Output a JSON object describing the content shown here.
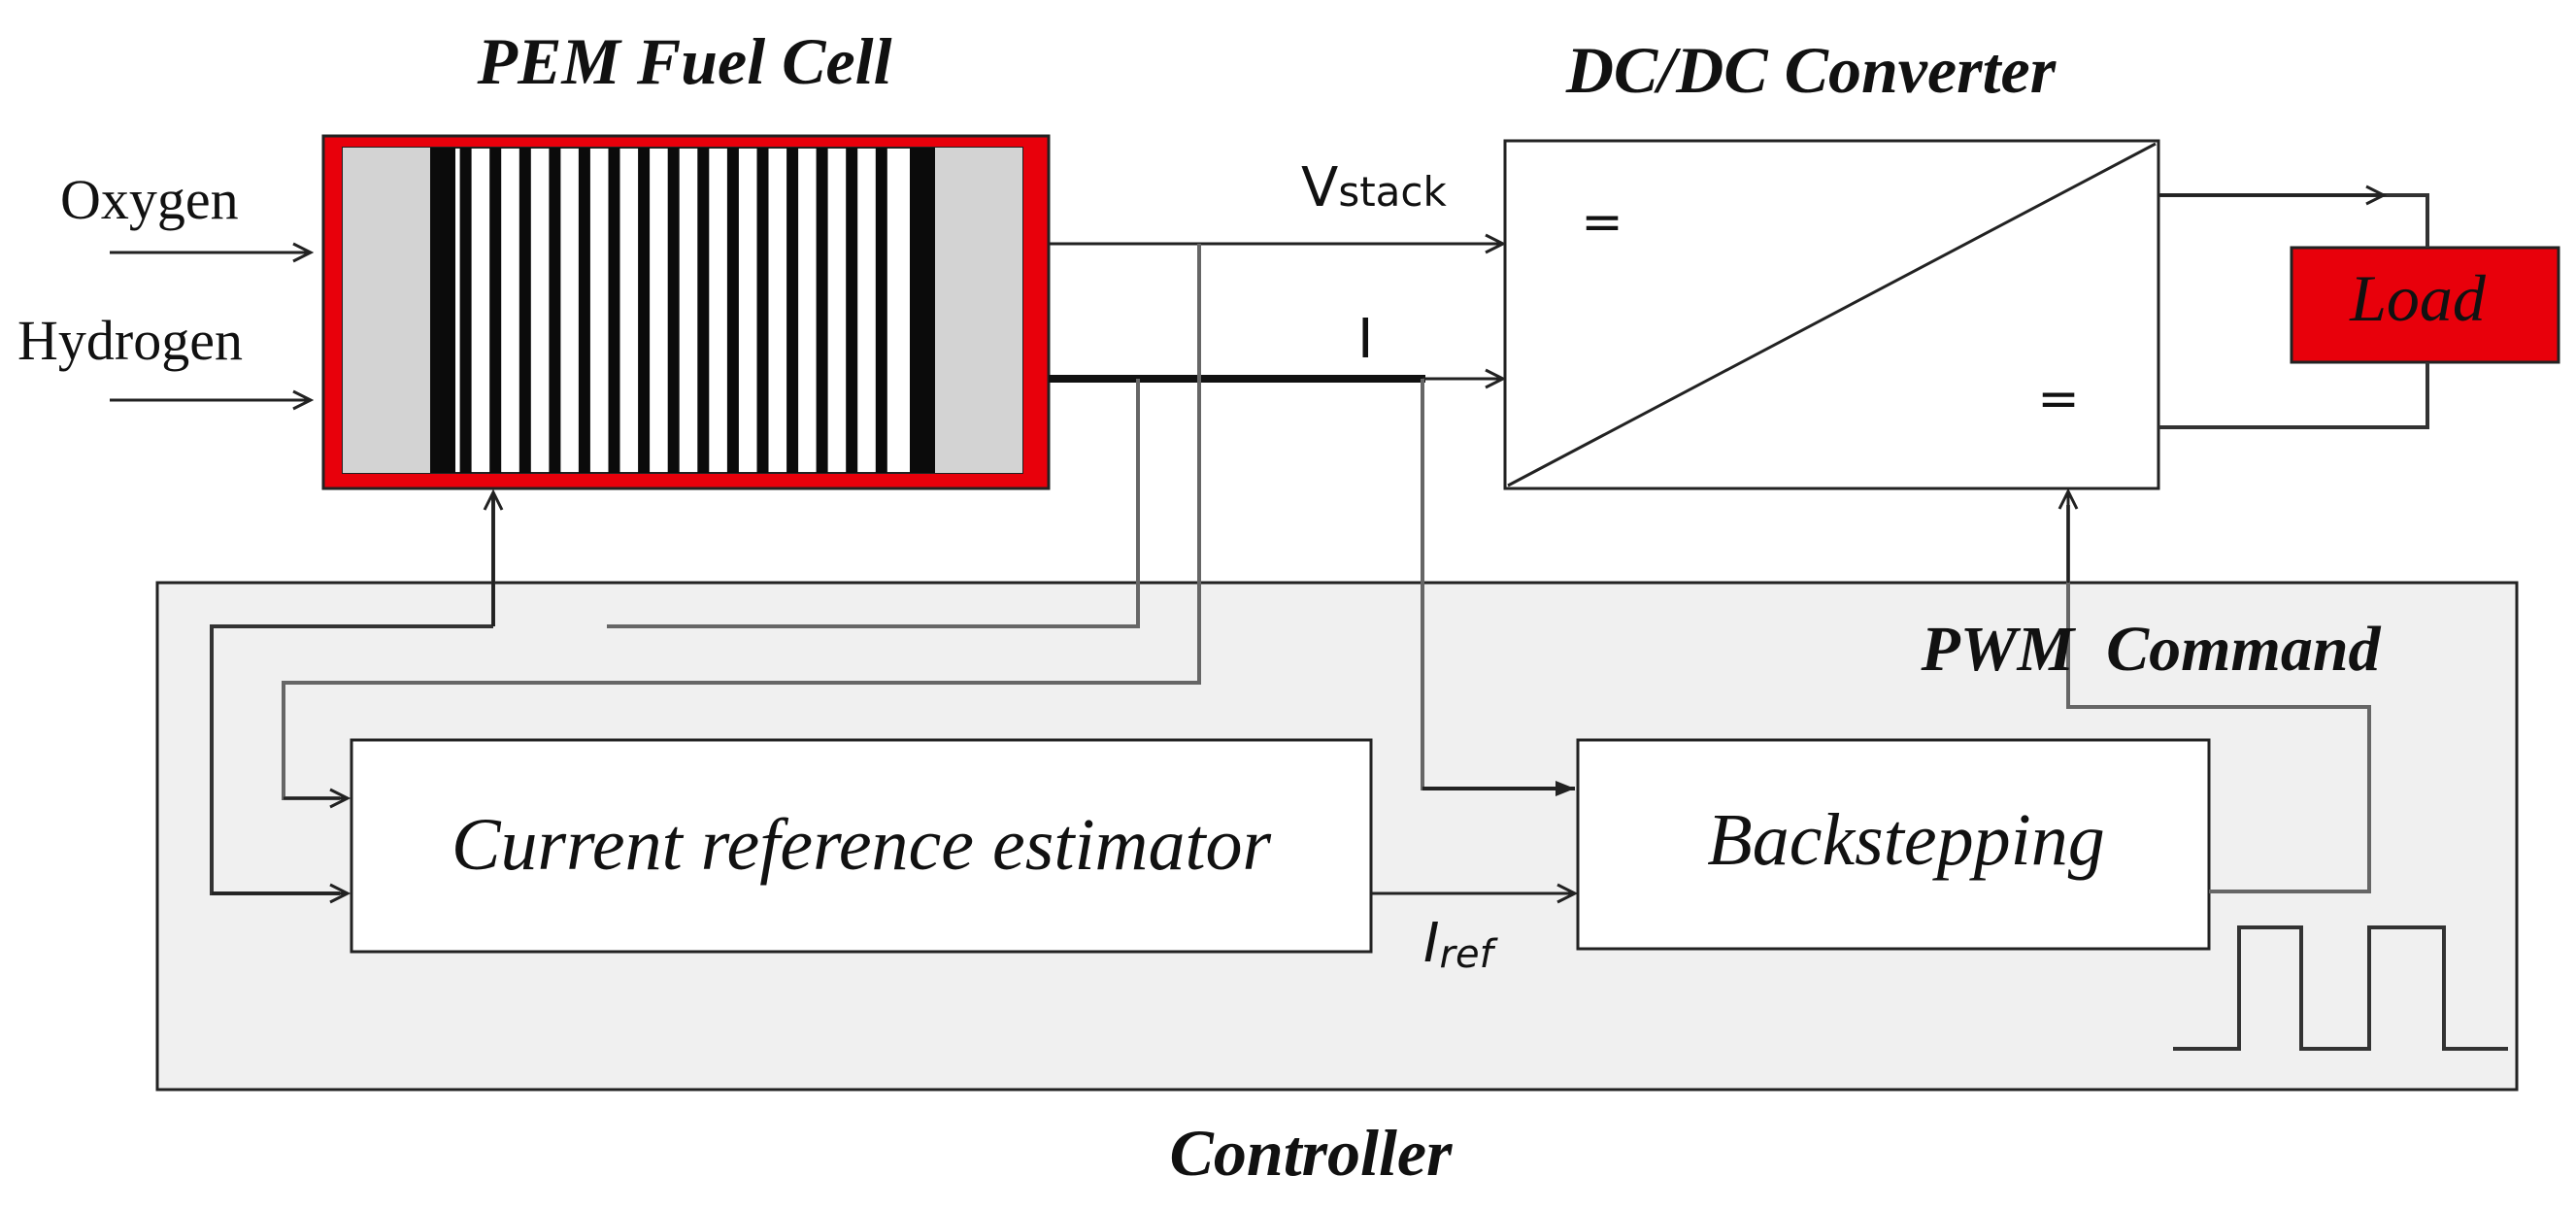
{
  "fuel_cell": {
    "title": "PEM Fuel Cell",
    "input_oxygen": "Oxygen",
    "input_hydrogen": "Hydrogen"
  },
  "converter": {
    "title": "DC/DC Converter",
    "symbol_in": "=",
    "symbol_out": "="
  },
  "signals": {
    "vstack_main": "V",
    "vstack_sub": "stack",
    "current": "I",
    "iref_main": "I",
    "iref_sub": "ref"
  },
  "load": {
    "label": "Load"
  },
  "controller": {
    "label": "Controller",
    "pwm_label": "PWM  Command",
    "estimator_label": "Current reference estimator",
    "backstepping_label": "Backstepping"
  },
  "colors": {
    "fuel_cell_border": "#e8000b",
    "load_fill": "#e8000b",
    "controller_fill": "#f0f0f0",
    "plate_fill": "#d3d3d3"
  }
}
